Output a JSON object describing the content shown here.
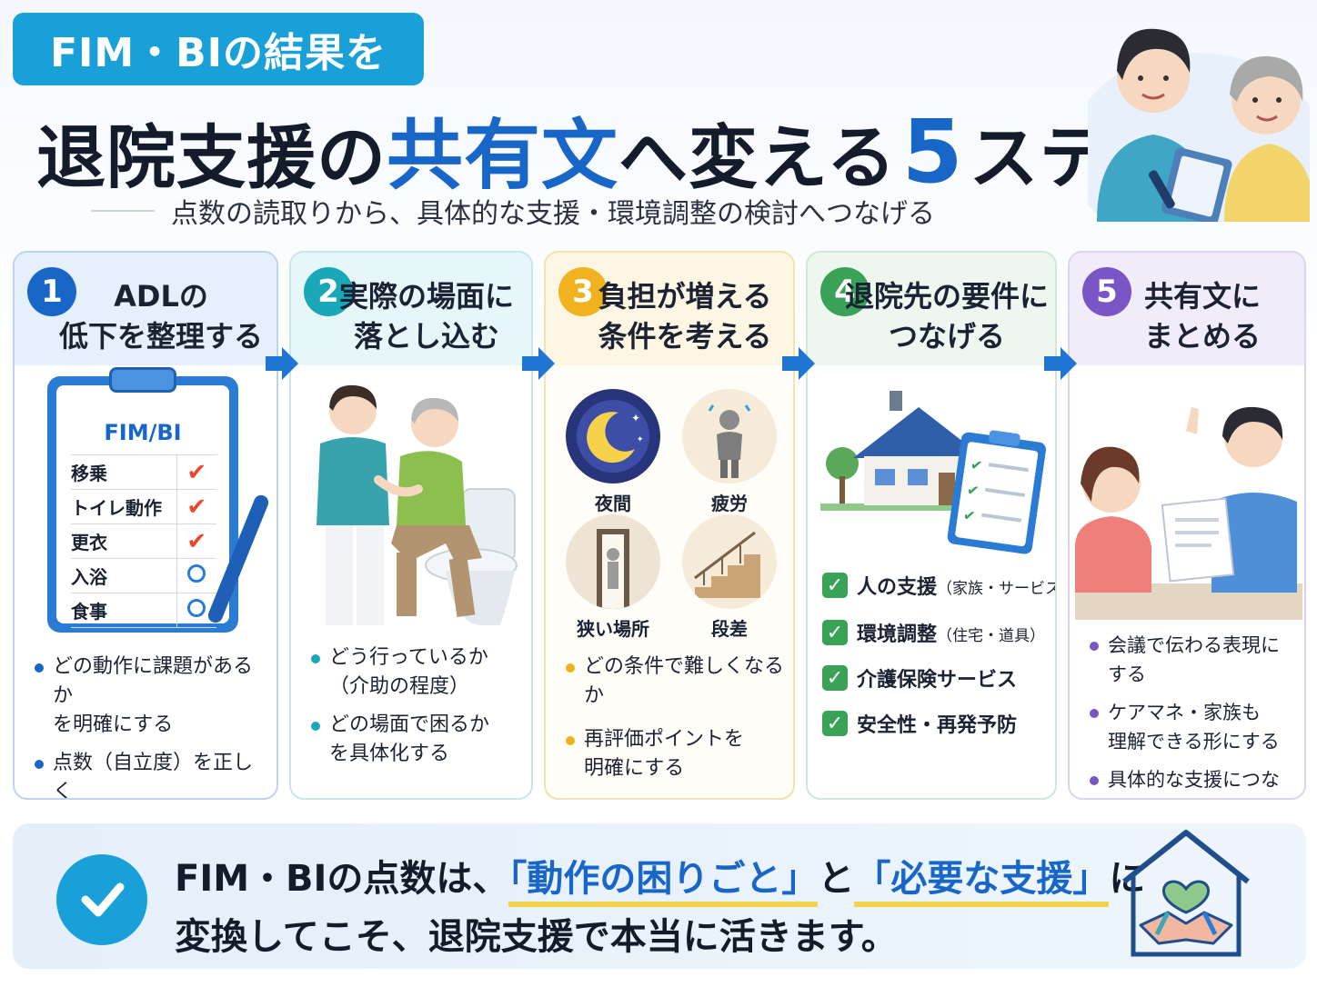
{
  "header": {
    "badge": "FIM・BIの結果を",
    "title_part1": "退院支援の",
    "title_highlight": "共有文",
    "title_part2": "へ変える",
    "title_number": "5",
    "title_part3": "ステップ",
    "subtitle": "点数の読取りから、具体的な支援・環境調整の検討へつなげる"
  },
  "steps": [
    {
      "number": "1",
      "title": "ADLの\n低下を整理する",
      "clipboard_title": "FIM/BI",
      "clipboard_rows": [
        {
          "label": "移乗",
          "mark": "check"
        },
        {
          "label": "トイレ動作",
          "mark": "check"
        },
        {
          "label": "更衣",
          "mark": "check"
        },
        {
          "label": "入浴",
          "mark": "circle"
        },
        {
          "label": "食事",
          "mark": "circle"
        }
      ],
      "bullets": [
        "どの動作に課題があるか\nを明確にする",
        "点数（自立度）を正しく\n読み取る"
      ]
    },
    {
      "number": "2",
      "title": "実際の場面に\n落とし込む",
      "bullets": [
        "どう行っているか\n（介助の程度）",
        "どの場面で困るか\nを具体化する"
      ]
    },
    {
      "number": "3",
      "title": "負担が増える\n条件を考える",
      "conditions": [
        "夜間",
        "疲労",
        "狭い場所",
        "段差"
      ],
      "bullets": [
        "どの条件で難しくなるか",
        "再評価ポイントを\n明確にする"
      ]
    },
    {
      "number": "4",
      "title": "退院先の要件に\nつなげる",
      "checklist": [
        {
          "main": "人の支援",
          "sub": "（家族・サービス）"
        },
        {
          "main": "環境調整",
          "sub": "（住宅・道具）"
        },
        {
          "main": "介護保険サービス",
          "sub": ""
        },
        {
          "main": "安全性・再発予防",
          "sub": ""
        }
      ]
    },
    {
      "number": "5",
      "title": "共有文に\nまとめる",
      "bullets": [
        "会議で伝わる表現にする",
        "ケアマネ・家族も\n理解できる形にする",
        "具体的な支援につなげる"
      ]
    }
  ],
  "banner": {
    "line1_a": "FIM・BIの点数は、",
    "quote1": "「動作の困りごと」",
    "line1_b": "と",
    "quote2": "「必要な支援」",
    "line1_c": "に",
    "line2": "変換してこそ、退院支援で本当に活きます。"
  },
  "colors": {
    "primary_blue": "#1766c8",
    "badge_blue": "#1aa0d8",
    "step2_teal": "#1aa8b8",
    "step3_yellow": "#f0b21e",
    "step4_green": "#3aa256",
    "step5_purple": "#7a55c6",
    "highlight_underline": "#f3d34a"
  },
  "icons": [
    "nurse-with-clipboard-illustration",
    "elderly-woman-illustration",
    "clipboard-icon",
    "pen-icon",
    "moon-icon",
    "tired-person-icon",
    "narrow-door-icon",
    "stairs-icon",
    "house-icon",
    "checklist-icon",
    "check-circle-icon",
    "house-heart-handshake-icon",
    "arrow-right-icon"
  ]
}
